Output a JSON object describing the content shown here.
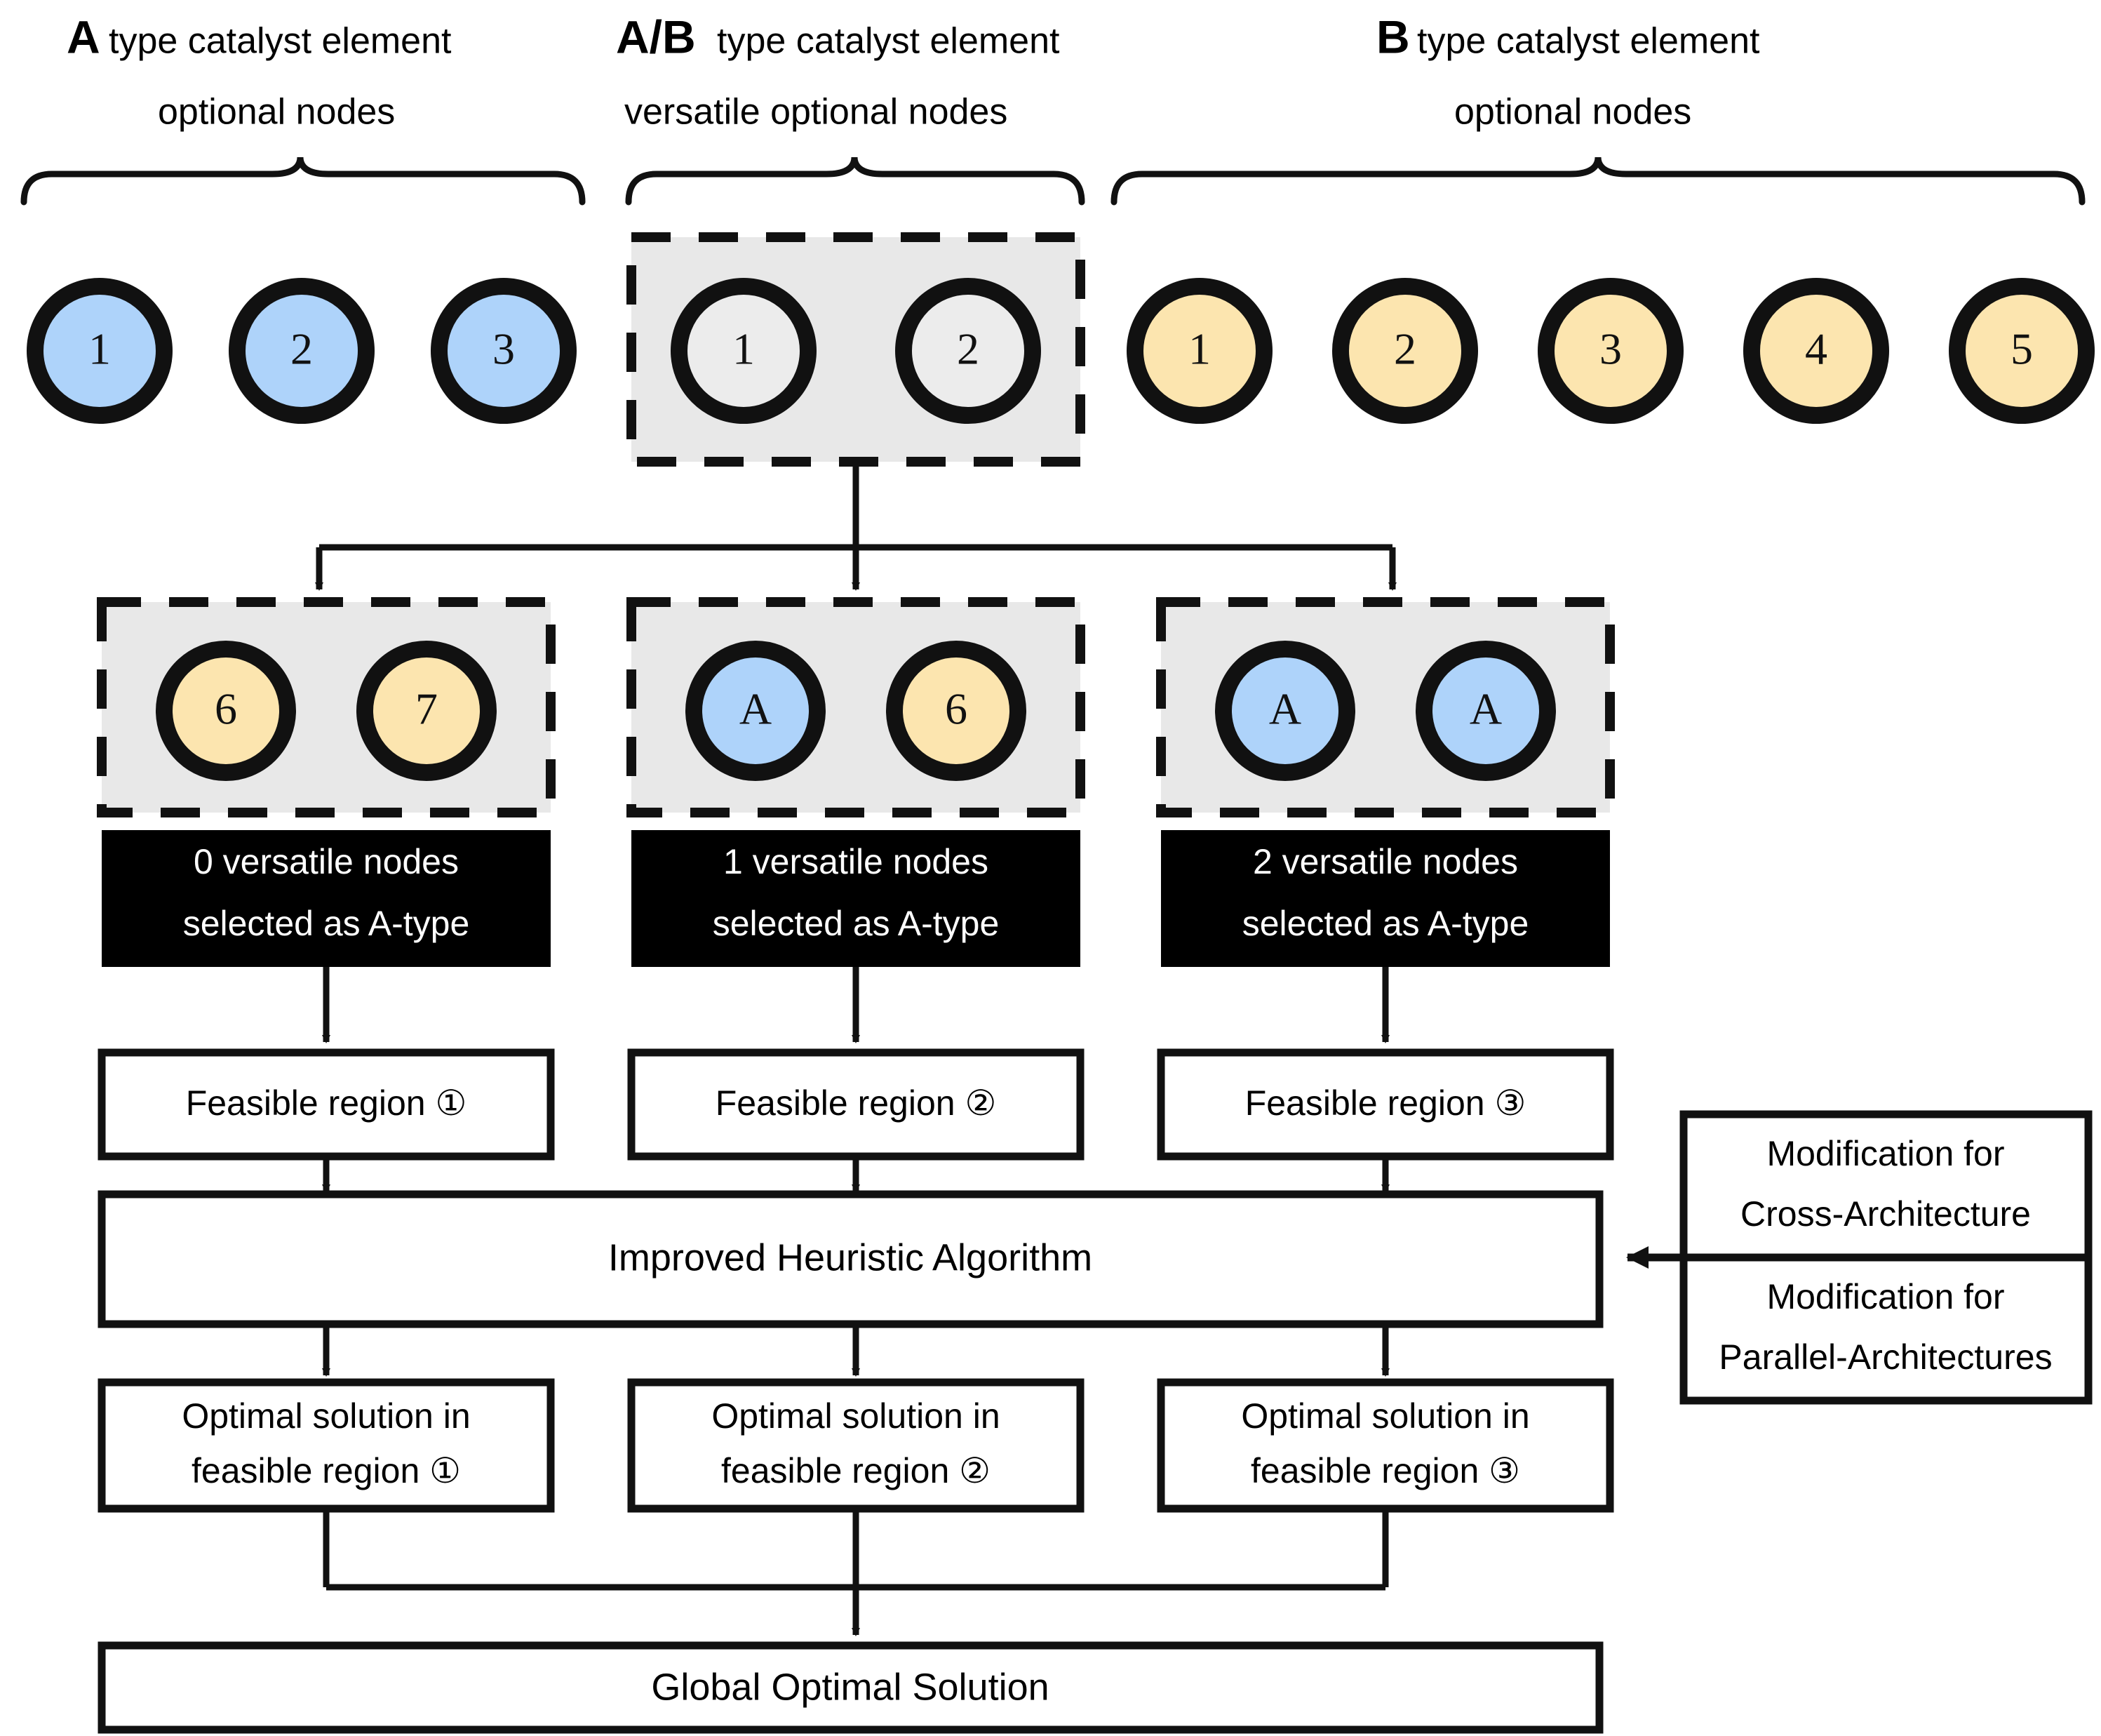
{
  "headers": [
    {
      "id": "a-type",
      "prefix": "A",
      "rest": "type catalyst element",
      "line2": "optional nodes"
    },
    {
      "id": "ab-type",
      "prefix": "A/B",
      "rest": "type catalyst element",
      "line2": "versatile optional nodes"
    },
    {
      "id": "b-type",
      "prefix": "B",
      "rest": "type catalyst element",
      "line2": "optional nodes"
    }
  ],
  "node_groups": {
    "a_type": {
      "labels": [
        "1",
        "2",
        "3"
      ],
      "fill": "#AED3FA"
    },
    "ab_type": {
      "labels": [
        "1",
        "2"
      ],
      "fill": "#ECECEC"
    },
    "b_type": {
      "labels": [
        "1",
        "2",
        "3",
        "4",
        "5"
      ],
      "fill": "#FCE5AF"
    }
  },
  "branches": [
    {
      "id": "branch-0",
      "nodes": [
        {
          "label": "6",
          "type": "b"
        },
        {
          "label": "7",
          "type": "b"
        }
      ],
      "caption_line1": "0 versatile nodes",
      "caption_line2": "selected as A-type",
      "feasible": "Feasible region ①",
      "optimal_line1": "Optimal solution in",
      "optimal_line2": "feasible region ①"
    },
    {
      "id": "branch-1",
      "nodes": [
        {
          "label": "A",
          "type": "a"
        },
        {
          "label": "6",
          "type": "b"
        }
      ],
      "caption_line1": "1 versatile nodes",
      "caption_line2": "selected as A-type",
      "feasible": "Feasible region ②",
      "optimal_line1": "Optimal solution in",
      "optimal_line2": "feasible region ②"
    },
    {
      "id": "branch-2",
      "nodes": [
        {
          "label": "A",
          "type": "a"
        },
        {
          "label": "A",
          "type": "a"
        }
      ],
      "caption_line1": "2 versatile nodes",
      "caption_line2": "selected as A-type",
      "feasible": "Feasible region ③",
      "optimal_line1": "Optimal solution in",
      "optimal_line2": "feasible region ③"
    }
  ],
  "algorithm_box": {
    "label": "Improved Heuristic Algorithm"
  },
  "modifications": [
    {
      "id": "mod-cross",
      "line1": "Modification for",
      "line2": "Cross-Architecture"
    },
    {
      "id": "mod-parallel",
      "line1": "Modification for",
      "line2": "Parallel-Architectures"
    }
  ],
  "global_box": {
    "label": "Global Optimal Solution"
  },
  "colors": {
    "a_type_fill": "#AED3FA",
    "b_type_fill": "#FCE5AF",
    "versatile_fill": "#ECECEC",
    "panel_bg": "#E8E8E8",
    "caption_bg": "#000000",
    "stroke": "#111111",
    "page_bg": "#FFFFFF"
  }
}
